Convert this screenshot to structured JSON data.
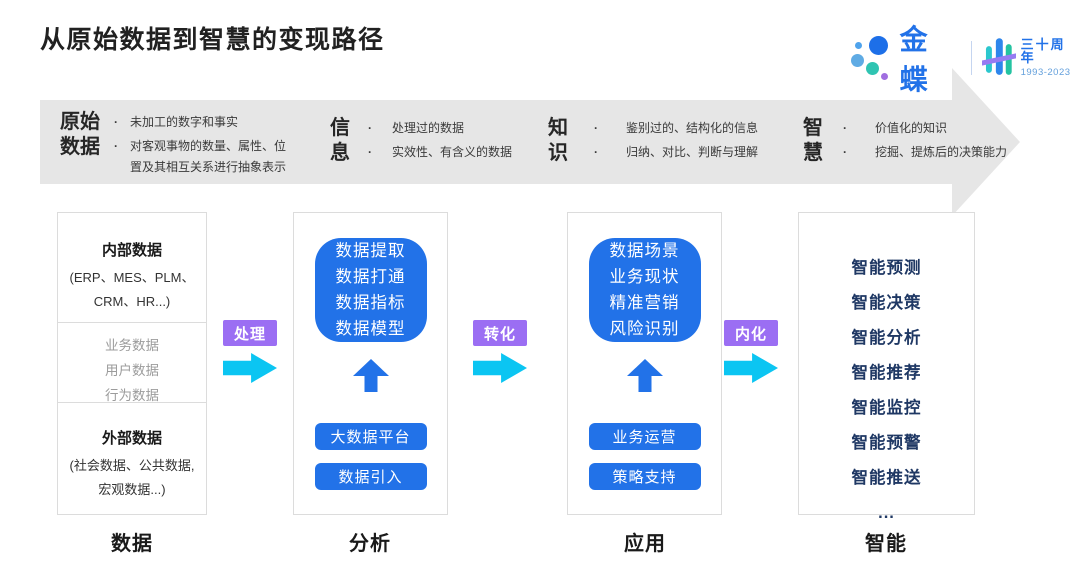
{
  "title": "从原始数据到智慧的变现路径",
  "logo": {
    "brand": "金蝶",
    "anniversary_title": "三十周年",
    "anniversary_years": "1993-2023"
  },
  "colors": {
    "accent_blue": "#2272E8",
    "cyan_arrow": "#0BC5F2",
    "purple_label": "#9B6EF3",
    "navy_text": "#1F3864",
    "banner_gray": "#E6E6E6",
    "teal_dot": "#2FC4B2",
    "purple_dot": "#A06EE0"
  },
  "banner_stages": [
    {
      "line1": "原始",
      "line2": "数据",
      "bullets": [
        "未加工的数字和事实",
        "对客观事物的数量、属性、位置及其相互关系进行抽象表示"
      ]
    },
    {
      "line1": "信",
      "line2": "息",
      "bullets": [
        "处理过的数据",
        "实效性、有含义的数据"
      ]
    },
    {
      "line1": "知",
      "line2": "识",
      "bullets": [
        "鉴别过的、结构化的信息",
        "归纳、对比、判断与理解"
      ]
    },
    {
      "line1": "智",
      "line2": "慧",
      "bullets": [
        "价值化的知识",
        "挖掘、提炼后的决策能力"
      ]
    }
  ],
  "connectors": [
    {
      "label": "处理"
    },
    {
      "label": "转化"
    },
    {
      "label": "内化"
    }
  ],
  "columns": {
    "data": {
      "footer": "数据",
      "internal": {
        "title": "内部数据",
        "line1": "(ERP、MES、PLM、",
        "line2": "CRM、HR...)"
      },
      "middle": [
        "业务数据",
        "用户数据",
        "行为数据"
      ],
      "external": {
        "title": "外部数据",
        "line1": "(社会数据、公共数据,",
        "line2": "宏观数据...)"
      }
    },
    "analysis": {
      "footer": "分析",
      "bigbox": [
        "数据提取",
        "数据打通",
        "数据指标",
        "数据模型"
      ],
      "buttons": [
        "大数据平台",
        "数据引入"
      ]
    },
    "application": {
      "footer": "应用",
      "bigbox": [
        "数据场景",
        "业务现状",
        "精准营销",
        "风险识别"
      ],
      "buttons": [
        "业务运营",
        "策略支持"
      ]
    },
    "intelligence": {
      "footer": "智能",
      "items": [
        "智能预测",
        "智能决策",
        "智能分析",
        "智能推荐",
        "智能监控",
        "智能预警",
        "智能推送",
        "..."
      ]
    }
  }
}
